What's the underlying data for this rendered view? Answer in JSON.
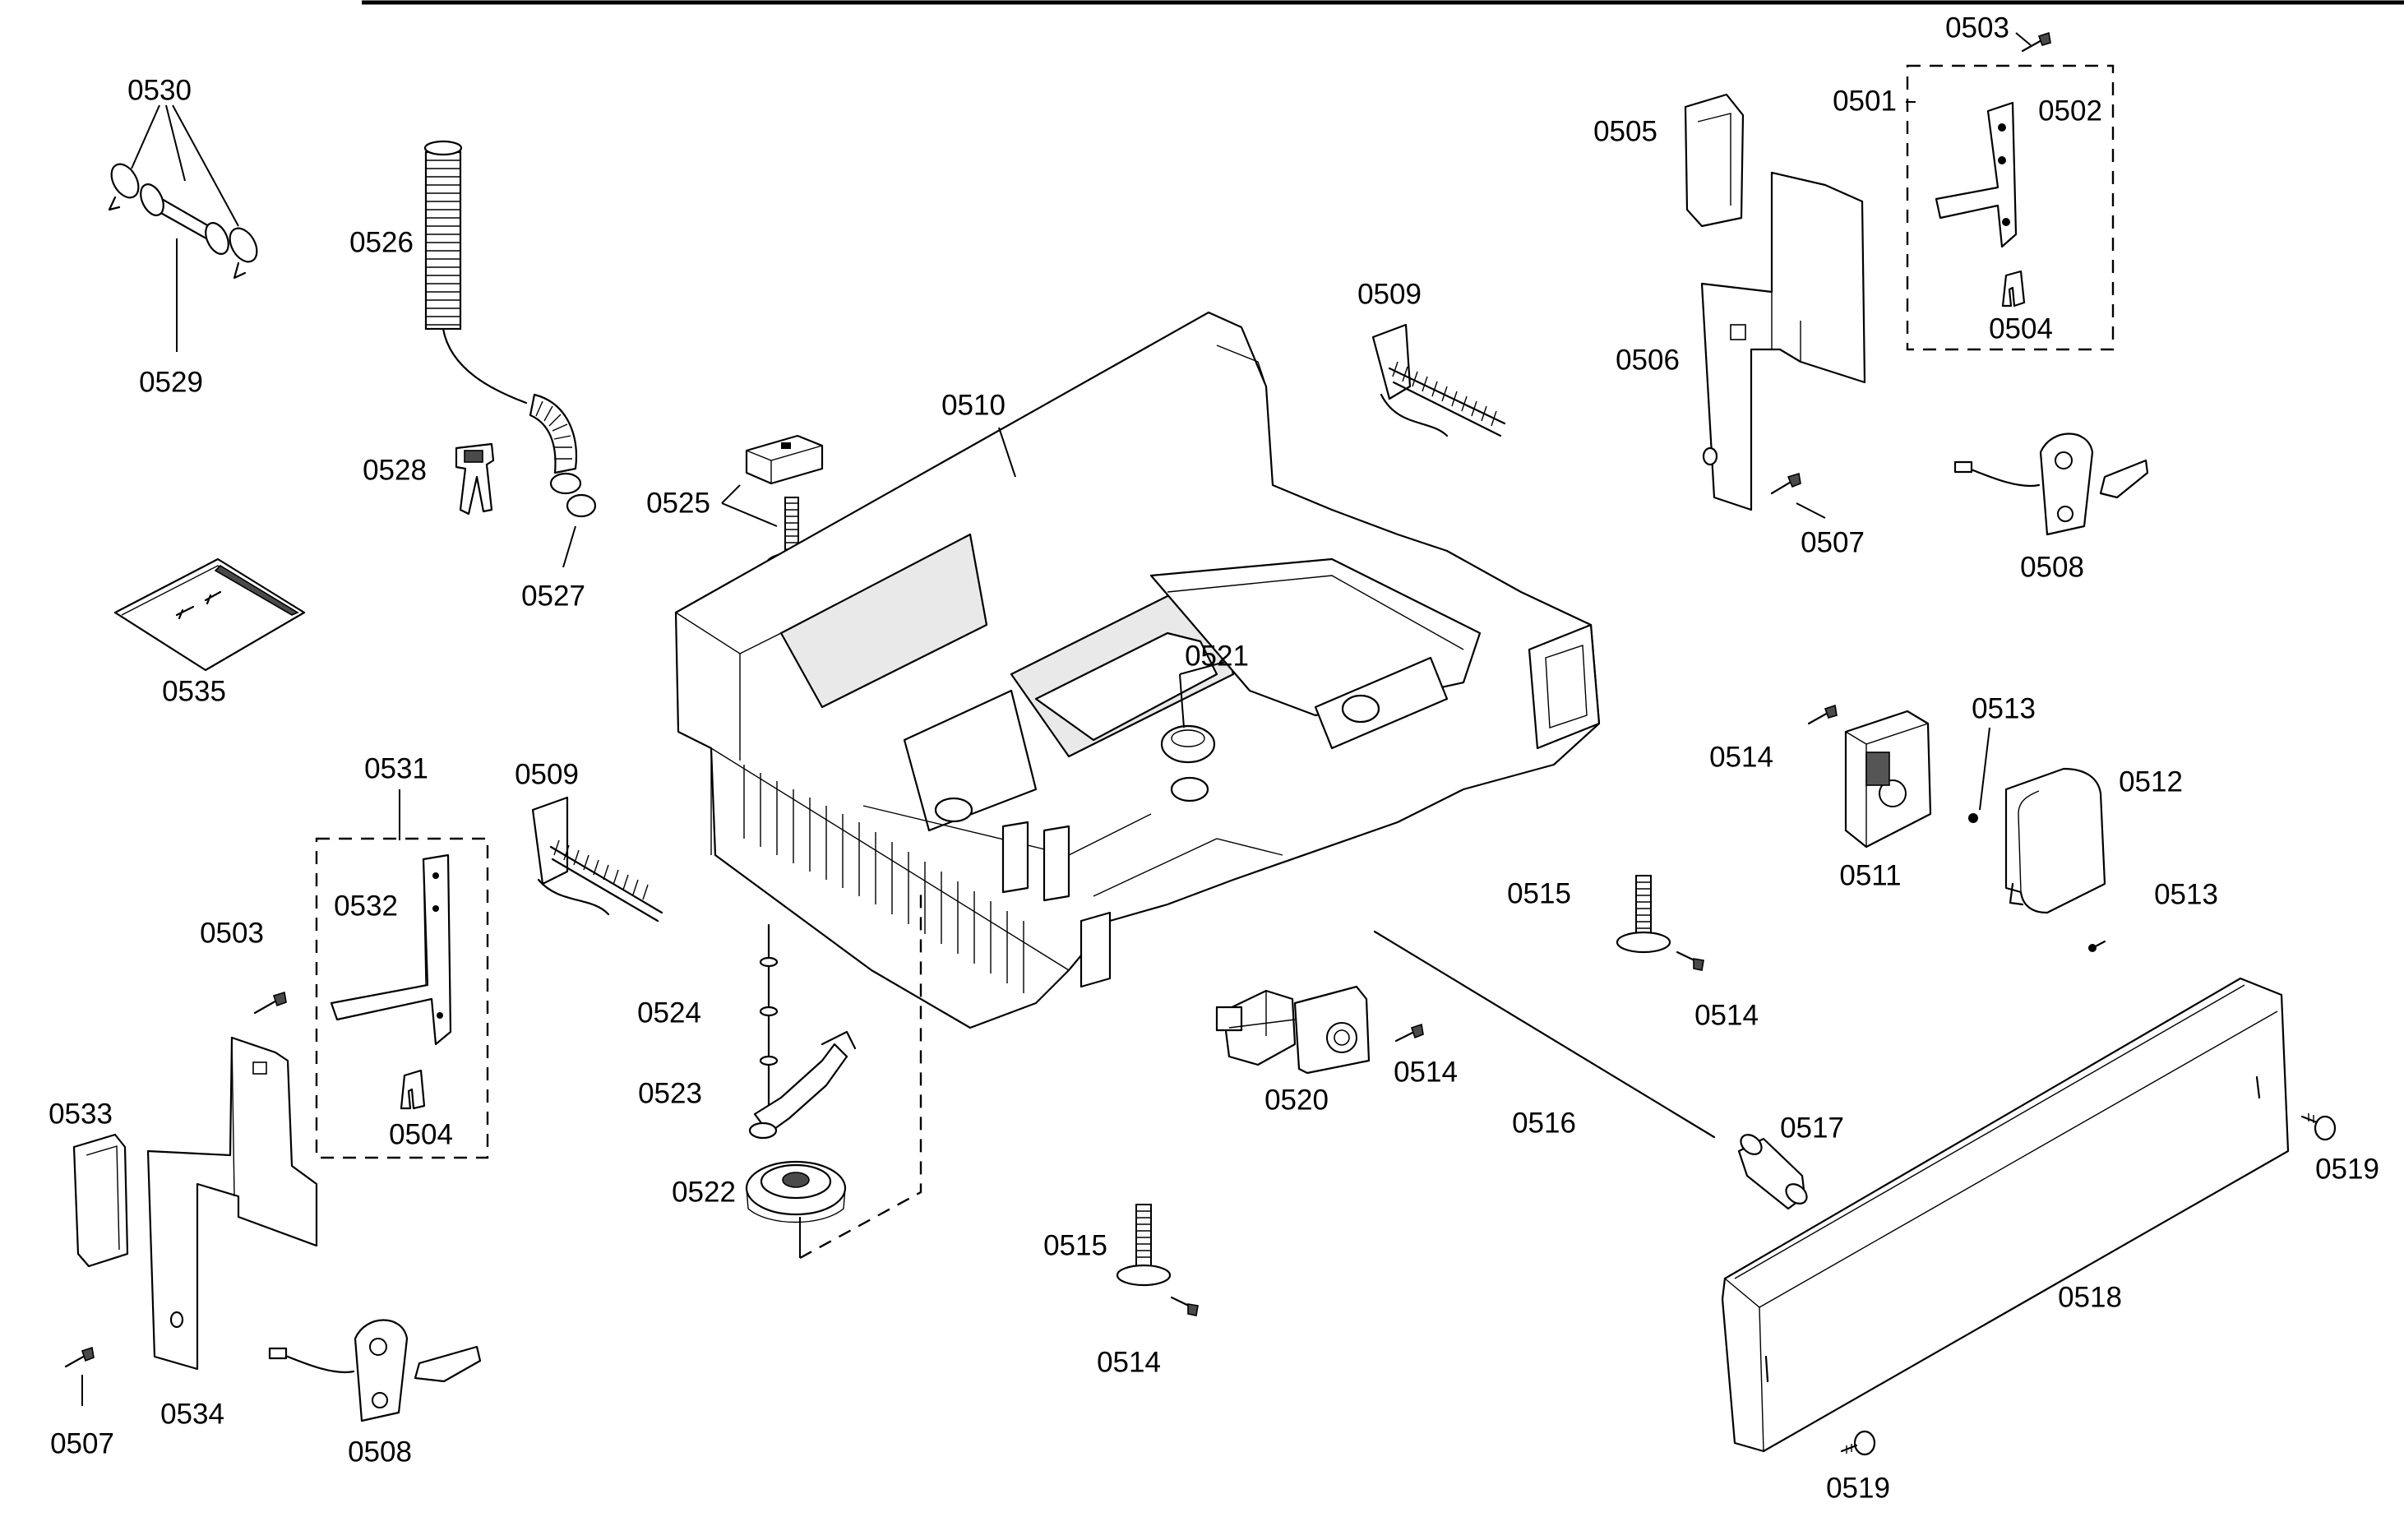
{
  "labels": {
    "l0530": "0530",
    "l0529": "0529",
    "l0526": "0526",
    "l0528": "0528",
    "l0527": "0527",
    "l0535": "0535",
    "l0525": "0525",
    "l0510": "0510",
    "l0509_top": "0509",
    "l0503_top": "0503",
    "l0501": "0501",
    "l0502": "0502",
    "l0505": "0505",
    "l0506": "0506",
    "l0504_top": "0504",
    "l0507_top": "0507",
    "l0508_top": "0508",
    "l0521": "0521",
    "l0514_a": "0514",
    "l0513_a": "0513",
    "l0512": "0512",
    "l0511": "0511",
    "l0513_b": "0513",
    "l0515_a": "0515",
    "l0514_b": "0514",
    "l0531": "0531",
    "l0509_bot": "0509",
    "l0532": "0532",
    "l0503_bot": "0503",
    "l0504_bot": "0504",
    "l0533": "0533",
    "l0534": "0534",
    "l0507_bot": "0507",
    "l0508_bot": "0508",
    "l0524": "0524",
    "l0523": "0523",
    "l0522": "0522",
    "l0520": "0520",
    "l0514_c": "0514",
    "l0516": "0516",
    "l0517": "0517",
    "l0518": "0518",
    "l0519_a": "0519",
    "l0519_b": "0519",
    "l0515_b": "0515",
    "l0514_d": "0514"
  }
}
